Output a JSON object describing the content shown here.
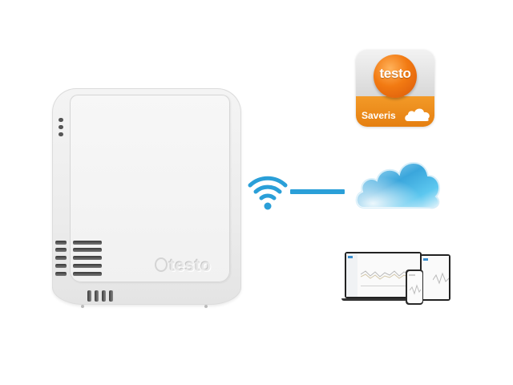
{
  "scene": {
    "description": "testo Saveris WiFi data logger connecting to cloud and devices",
    "colors": {
      "background": "#ffffff",
      "wifi_blue": "#2a9fd8",
      "cloud_blue": "#4fb8e8",
      "app_orange": "#ee8a1c",
      "device_white": "#f2f2f2"
    }
  },
  "device": {
    "logo_text": "testo",
    "icon": "data-logger-device"
  },
  "connection": {
    "wifi_icon": "wifi-icon",
    "link_icon": "connection-line"
  },
  "cloud": {
    "icon": "cloud-icon"
  },
  "app": {
    "brand": "testo",
    "product": "Saveris",
    "icon": "cloud-icon"
  },
  "clients": {
    "icons": [
      "laptop-icon",
      "tablet-icon",
      "phone-icon"
    ]
  }
}
